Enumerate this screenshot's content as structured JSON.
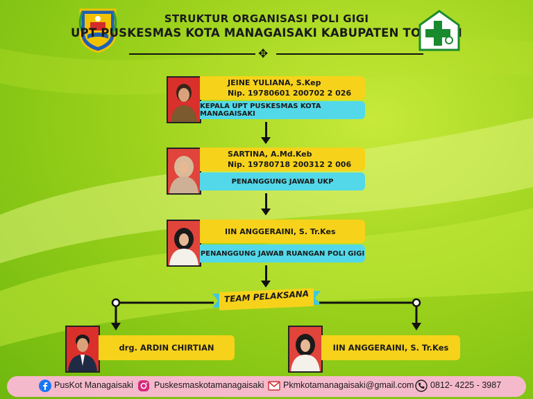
{
  "header": {
    "title_line1": "STRUKTUR ORGANISASI POLI GIGI",
    "title_line2": "UPT PUSKESMAS KOTA MANAGAISAKI KABUPATEN TOLITOLI",
    "ornament": "✥"
  },
  "logos": {
    "left": "regency-coat-of-arms",
    "right": "puskesmas-green-cross-logo"
  },
  "org": {
    "head": {
      "name": "JEINE YULIANA, S.Kep",
      "nip": "Nip. 19780601 200702 2 026",
      "role": "KEPALA UPT PUSKESMAS KOTA MANAGAISAKI"
    },
    "ukp": {
      "name": "SARTINA, A.Md.Keb",
      "nip": "Nip. 19780718 200312 2 006",
      "role": "PENANGGUNG JAWAB UKP"
    },
    "room": {
      "name": "IIN ANGGERAINI, S. Tr.Kes",
      "role": "PENANGGUNG JAWAB RUANGAN POLI GIGI"
    },
    "team_label": "TEAM PELAKSANA",
    "team": [
      {
        "name": "drg. ARDIN CHIRTIAN"
      },
      {
        "name": "IIN ANGGERAINI, S. Tr.Kes"
      }
    ]
  },
  "footer": {
    "facebook": "PusKot Managaisaki",
    "instagram": "Puskesmaskotamanagaisaki",
    "email": "Pkmkotamanagaisaki@gmail.com",
    "phone": "0812- 4225 - 3987"
  },
  "colors": {
    "name_box": "#f7d21b",
    "role_box": "#52d8e8",
    "background": "#9cd21c",
    "footer": "#f5b9cc"
  }
}
